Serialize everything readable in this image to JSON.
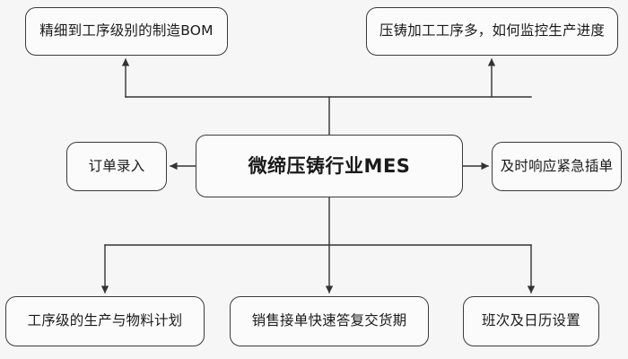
{
  "diagram": {
    "type": "hub-and-spoke-flowchart",
    "background_color": "#f6f6f6",
    "node_fill_color": "#fbfbfb",
    "node_border_color": "#3b3b3b",
    "edge_color": "#333333",
    "text_color": "#1a1a1a",
    "center": {
      "label": "微缔压铸行业MES"
    },
    "nodes": [
      {
        "id": "bom",
        "label": "精细到工序级别的制造BOM"
      },
      {
        "id": "progress",
        "label": "压铸加工工序多，如何监控生产进度"
      },
      {
        "id": "order_entry",
        "label": "订单录入"
      },
      {
        "id": "urgent",
        "label": "及时响应紧急插单"
      },
      {
        "id": "plan",
        "label": "工序级的生产与物料计划"
      },
      {
        "id": "delivery",
        "label": "销售接单快速答复交货期"
      },
      {
        "id": "calendar",
        "label": "班次及日历设置"
      }
    ],
    "edges": [
      {
        "from": "center",
        "to": "bom",
        "direction": "up"
      },
      {
        "from": "center",
        "to": "progress",
        "direction": "up"
      },
      {
        "from": "center",
        "to": "order_entry",
        "direction": "left"
      },
      {
        "from": "center",
        "to": "urgent",
        "direction": "right"
      },
      {
        "from": "center",
        "to": "plan",
        "direction": "down"
      },
      {
        "from": "center",
        "to": "delivery",
        "direction": "down"
      },
      {
        "from": "center",
        "to": "calendar",
        "direction": "down"
      }
    ]
  }
}
